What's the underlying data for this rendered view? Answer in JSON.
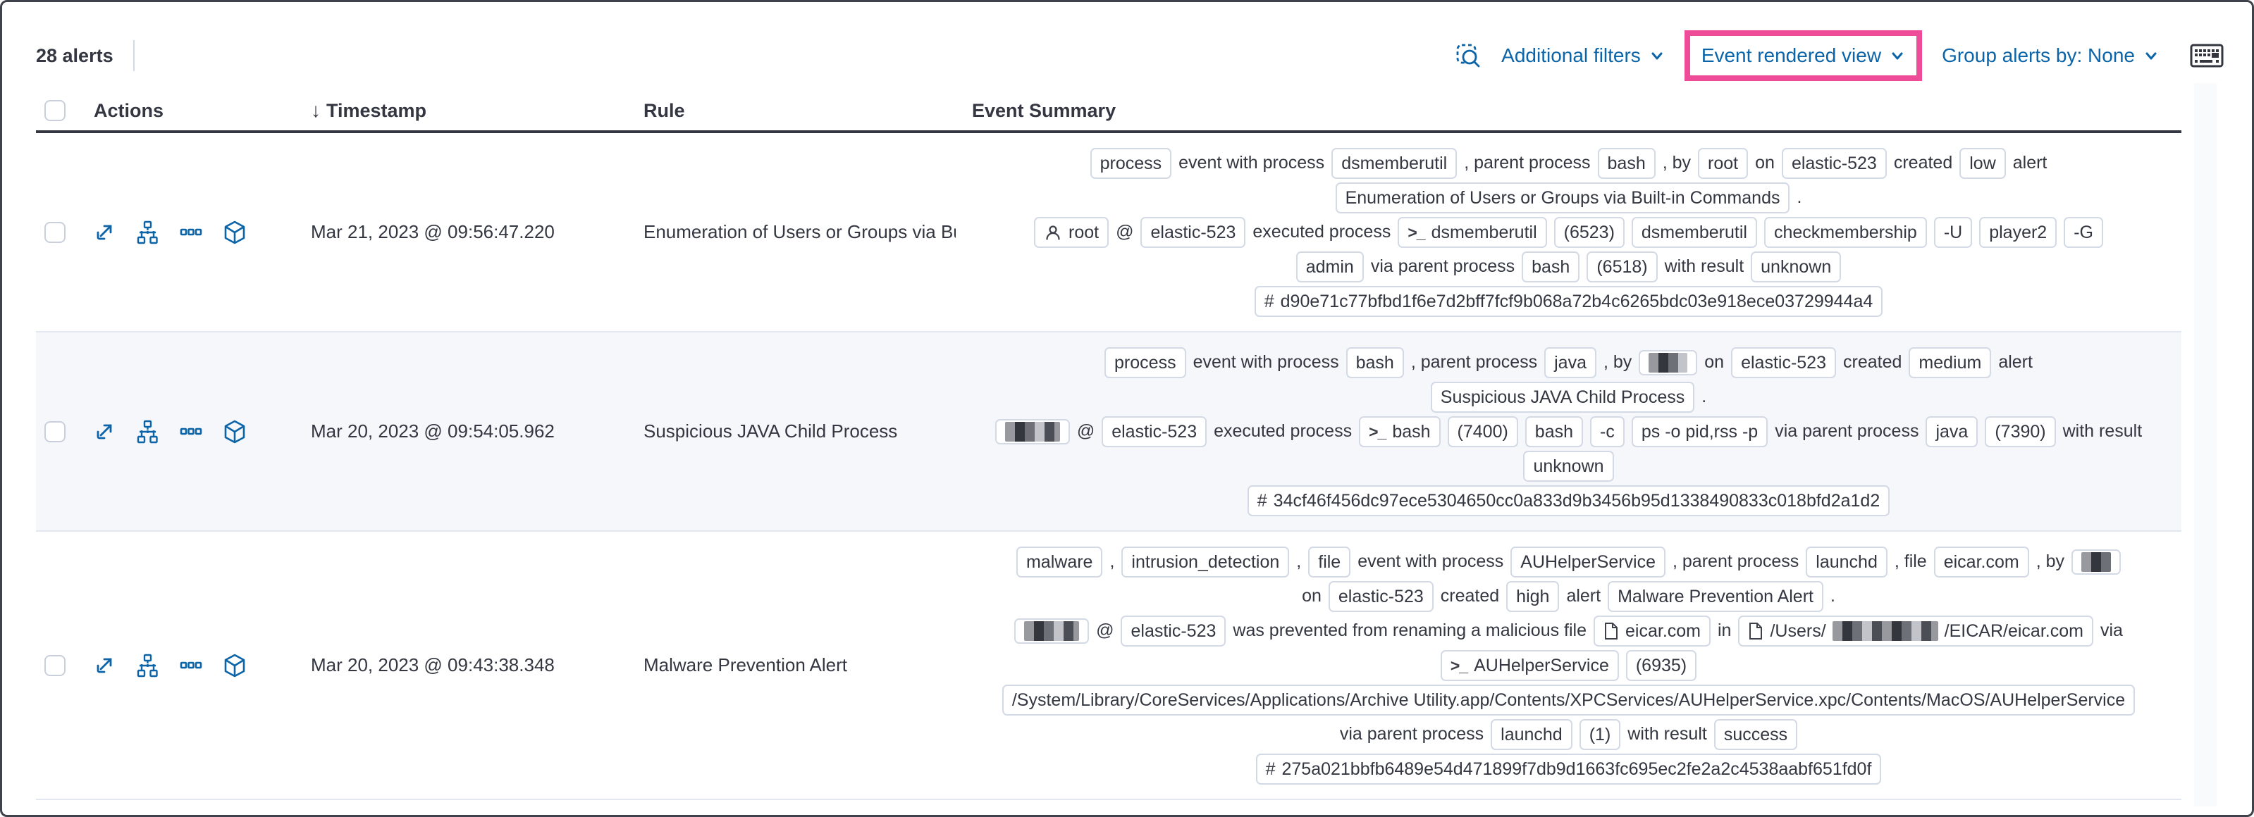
{
  "colors": {
    "link_blue": "#0b64a8",
    "highlight_pink": "#ee4c98",
    "text": "#343741",
    "row_stripe": "#f5f7fa"
  },
  "toolbar": {
    "alert_count": "28 alerts",
    "inspect_icon": "inspect-icon",
    "additional_filters": "Additional filters",
    "view_selector": "Event rendered view",
    "group_alerts": "Group alerts by: None",
    "keyboard_icon": "keyboard-shortcuts-icon"
  },
  "table": {
    "headers": {
      "actions": "Actions",
      "timestamp": "Timestamp",
      "rule": "Rule",
      "summary": "Event Summary"
    },
    "action_icons": [
      "expand-alert-icon",
      "analyzer-icon",
      "more-actions-icon",
      "session-view-icon"
    ],
    "rows": [
      {
        "timestamp": "Mar 21, 2023 @ 09:56:47.220",
        "rule": "Enumeration of Users or Groups via Bui",
        "summary": [
          [
            {
              "b": [
                {
                  "t": "process"
                }
              ]
            },
            {
              "t": "event with process"
            },
            {
              "b": [
                {
                  "t": "dsmemberutil"
                }
              ]
            },
            {
              "t": ", parent process"
            },
            {
              "b": [
                {
                  "t": "bash"
                }
              ]
            },
            {
              "t": ", by"
            },
            {
              "b": [
                {
                  "t": "root"
                }
              ]
            },
            {
              "t": "on"
            },
            {
              "b": [
                {
                  "t": "elastic-523"
                }
              ]
            },
            {
              "t": "created"
            },
            {
              "b": [
                {
                  "t": "low"
                }
              ]
            },
            {
              "t": "alert"
            }
          ],
          [
            {
              "b": [
                {
                  "t": "Enumeration of Users or Groups via Built-in Commands"
                }
              ]
            },
            {
              "t": "."
            }
          ],
          [
            {
              "b": [
                {
                  "i": "user"
                },
                {
                  "t": "root"
                }
              ]
            },
            {
              "t": "@"
            },
            {
              "b": [
                {
                  "t": "elastic-523"
                }
              ]
            },
            {
              "t": "executed process"
            },
            {
              "b": [
                {
                  "i": "terminal"
                },
                {
                  "t": "dsmemberutil"
                }
              ]
            },
            {
              "b": [
                {
                  "t": "(6523)"
                }
              ]
            },
            {
              "b": [
                {
                  "t": "dsmemberutil"
                }
              ]
            },
            {
              "b": [
                {
                  "t": "checkmembership"
                }
              ]
            },
            {
              "b": [
                {
                  "t": "-U"
                }
              ]
            },
            {
              "b": [
                {
                  "t": "player2"
                }
              ]
            },
            {
              "b": [
                {
                  "t": "-G"
                }
              ]
            }
          ],
          [
            {
              "b": [
                {
                  "t": "admin"
                }
              ]
            },
            {
              "t": "via parent process"
            },
            {
              "b": [
                {
                  "t": "bash"
                }
              ]
            },
            {
              "b": [
                {
                  "t": "(6518)"
                }
              ]
            },
            {
              "t": "with result"
            },
            {
              "b": [
                {
                  "t": "unknown"
                }
              ]
            }
          ],
          [
            {
              "b": [
                {
                  "i": "hash"
                },
                {
                  "t": "d90e71c77bfbd1f6e7d2bff7fcf9b068a72b4c6265bdc03e918ece03729944a4"
                }
              ]
            }
          ]
        ]
      },
      {
        "timestamp": "Mar 20, 2023 @ 09:54:05.962",
        "rule": "Suspicious JAVA Child Process",
        "summary": [
          [
            {
              "b": [
                {
                  "t": "process"
                }
              ]
            },
            {
              "t": "event with process"
            },
            {
              "b": [
                {
                  "t": "bash"
                }
              ]
            },
            {
              "t": ", parent process"
            },
            {
              "b": [
                {
                  "t": "java"
                }
              ]
            },
            {
              "t": ", by"
            },
            {
              "b": [
                {
                  "r": 55
                }
              ]
            },
            {
              "t": "on"
            },
            {
              "b": [
                {
                  "t": "elastic-523"
                }
              ]
            },
            {
              "t": "created"
            },
            {
              "b": [
                {
                  "t": "medium"
                }
              ]
            },
            {
              "t": "alert"
            }
          ],
          [
            {
              "b": [
                {
                  "t": "Suspicious JAVA Child Process"
                }
              ]
            },
            {
              "t": "."
            }
          ],
          [
            {
              "b": [
                {
                  "r": 78
                }
              ]
            },
            {
              "t": "@"
            },
            {
              "b": [
                {
                  "t": "elastic-523"
                }
              ]
            },
            {
              "t": "executed process"
            },
            {
              "b": [
                {
                  "i": "terminal"
                },
                {
                  "t": "bash"
                }
              ]
            },
            {
              "b": [
                {
                  "t": "(7400)"
                }
              ]
            },
            {
              "b": [
                {
                  "t": "bash"
                }
              ]
            },
            {
              "b": [
                {
                  "t": "-c"
                }
              ]
            },
            {
              "b": [
                {
                  "t": "ps -o pid,rss -p"
                }
              ]
            },
            {
              "t": "via parent process"
            },
            {
              "b": [
                {
                  "t": "java"
                }
              ]
            },
            {
              "b": [
                {
                  "t": "(7390)"
                }
              ]
            },
            {
              "t": "with result"
            }
          ],
          [
            {
              "b": [
                {
                  "t": "unknown"
                }
              ]
            }
          ],
          [
            {
              "b": [
                {
                  "i": "hash"
                },
                {
                  "t": "34cf46f456dc97ece5304650cc0a833d9b3456b95d1338490833c018bfd2a1d2"
                }
              ]
            }
          ]
        ]
      },
      {
        "timestamp": "Mar 20, 2023 @ 09:43:38.348",
        "rule": "Malware Prevention Alert",
        "summary": [
          [
            {
              "b": [
                {
                  "t": "malware"
                }
              ]
            },
            {
              "t": ","
            },
            {
              "b": [
                {
                  "t": "intrusion_detection"
                }
              ]
            },
            {
              "t": ","
            },
            {
              "b": [
                {
                  "t": "file"
                }
              ]
            },
            {
              "t": "event with process"
            },
            {
              "b": [
                {
                  "t": "AUHelperService"
                }
              ]
            },
            {
              "t": ", parent process"
            },
            {
              "b": [
                {
                  "t": "launchd"
                }
              ]
            },
            {
              "t": ", file"
            },
            {
              "b": [
                {
                  "t": "eicar.com"
                }
              ]
            },
            {
              "t": ", by"
            },
            {
              "b": [
                {
                  "r": 42
                }
              ]
            }
          ],
          [
            {
              "t": "on"
            },
            {
              "b": [
                {
                  "t": "elastic-523"
                }
              ]
            },
            {
              "t": "created"
            },
            {
              "b": [
                {
                  "t": "high"
                }
              ]
            },
            {
              "t": "alert"
            },
            {
              "b": [
                {
                  "t": "Malware Prevention Alert"
                }
              ]
            },
            {
              "t": "."
            }
          ],
          [
            {
              "b": [
                {
                  "r": 78
                }
              ]
            },
            {
              "t": "@"
            },
            {
              "b": [
                {
                  "t": "elastic-523"
                }
              ]
            },
            {
              "t": "was prevented from renaming a malicious file"
            },
            {
              "b": [
                {
                  "i": "file"
                },
                {
                  "t": "eicar.com"
                }
              ]
            },
            {
              "t": "in"
            },
            {
              "b": [
                {
                  "i": "file"
                },
                {
                  "t": "/Users/"
                },
                {
                  "r": 150
                },
                {
                  "t": "/EICAR/eicar.com"
                }
              ]
            },
            {
              "t": "via"
            }
          ],
          [
            {
              "b": [
                {
                  "i": "terminal"
                },
                {
                  "t": "AUHelperService"
                }
              ]
            },
            {
              "b": [
                {
                  "t": "(6935)"
                }
              ]
            }
          ],
          [
            {
              "b": [
                {
                  "t": "/System/Library/CoreServices/Applications/Archive Utility.app/Contents/XPCServices/AUHelperService.xpc/Contents/MacOS/AUHelperService"
                }
              ]
            }
          ],
          [
            {
              "t": "via parent process"
            },
            {
              "b": [
                {
                  "t": "launchd"
                }
              ]
            },
            {
              "b": [
                {
                  "t": "(1)"
                }
              ]
            },
            {
              "t": "with result"
            },
            {
              "b": [
                {
                  "t": "success"
                }
              ]
            }
          ],
          [
            {
              "b": [
                {
                  "i": "hash"
                },
                {
                  "t": "275a021bbfb6489e54d471899f7db9d1663fc695ec2fe2a2c4538aabf651fd0f"
                }
              ]
            }
          ]
        ]
      }
    ]
  }
}
